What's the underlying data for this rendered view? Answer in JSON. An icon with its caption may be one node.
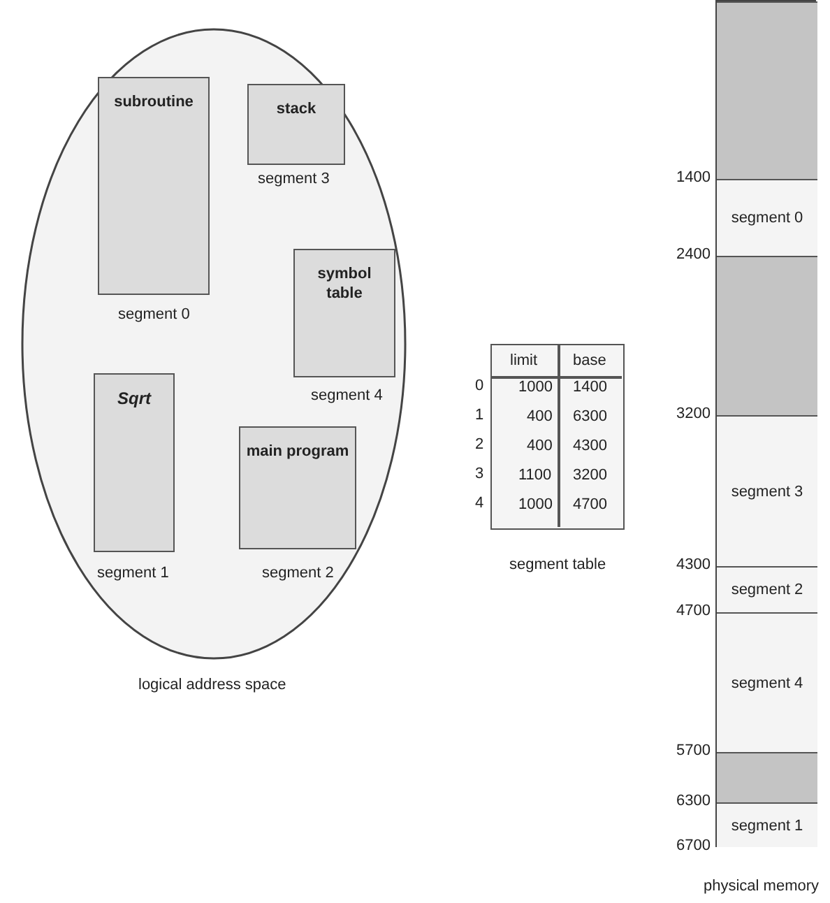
{
  "diagram": {
    "nodes": [
      {
        "text": [],
        "shape": "ellipse",
        "beside": [
          "logical address space"
        ]
      },
      {
        "text": [
          "subroutine"
        ],
        "in": 0,
        "beside": [
          "segment 0"
        ]
      },
      {
        "text": [
          "stack"
        ],
        "in": 0,
        "beside": [
          "segment 3"
        ]
      },
      {
        "text": [
          "symbol table"
        ],
        "in": 0,
        "beside": [
          "segment 4"
        ]
      },
      {
        "text": [
          "Sqrt"
        ],
        "in": 0,
        "beside": [
          "segment 1"
        ]
      },
      {
        "text": [
          "main program"
        ],
        "in": 0,
        "beside": [
          "segment 2"
        ]
      },
      {
        "text": [],
        "shape": "bar",
        "beside": [
          "physical memory"
        ]
      },
      {
        "text": [],
        "shape": "bar",
        "in": 6
      },
      {
        "text": [
          "segment 0"
        ],
        "in": 6
      },
      {
        "text": [],
        "shape": "bar",
        "in": 6
      },
      {
        "text": [
          "segment 3"
        ],
        "in": 6
      },
      {
        "text": [
          "segment 2"
        ],
        "in": 6
      },
      {
        "text": [
          "segment 4"
        ],
        "in": 6
      },
      {
        "text": [],
        "shape": "bar",
        "in": 6
      },
      {
        "text": [
          "segment 1"
        ],
        "in": 6
      }
    ],
    "edges": [],
    "labels": [
      "limit",
      "base",
      "0",
      "1000",
      "1400",
      "1",
      "400",
      "6300",
      "2",
      "400",
      "4300",
      "3",
      "1100",
      "3200",
      "4",
      "1000",
      "4700",
      "segment table",
      "1400",
      "2400",
      "3200",
      "4300",
      "4700",
      "5700",
      "6300",
      "6700"
    ]
  }
}
